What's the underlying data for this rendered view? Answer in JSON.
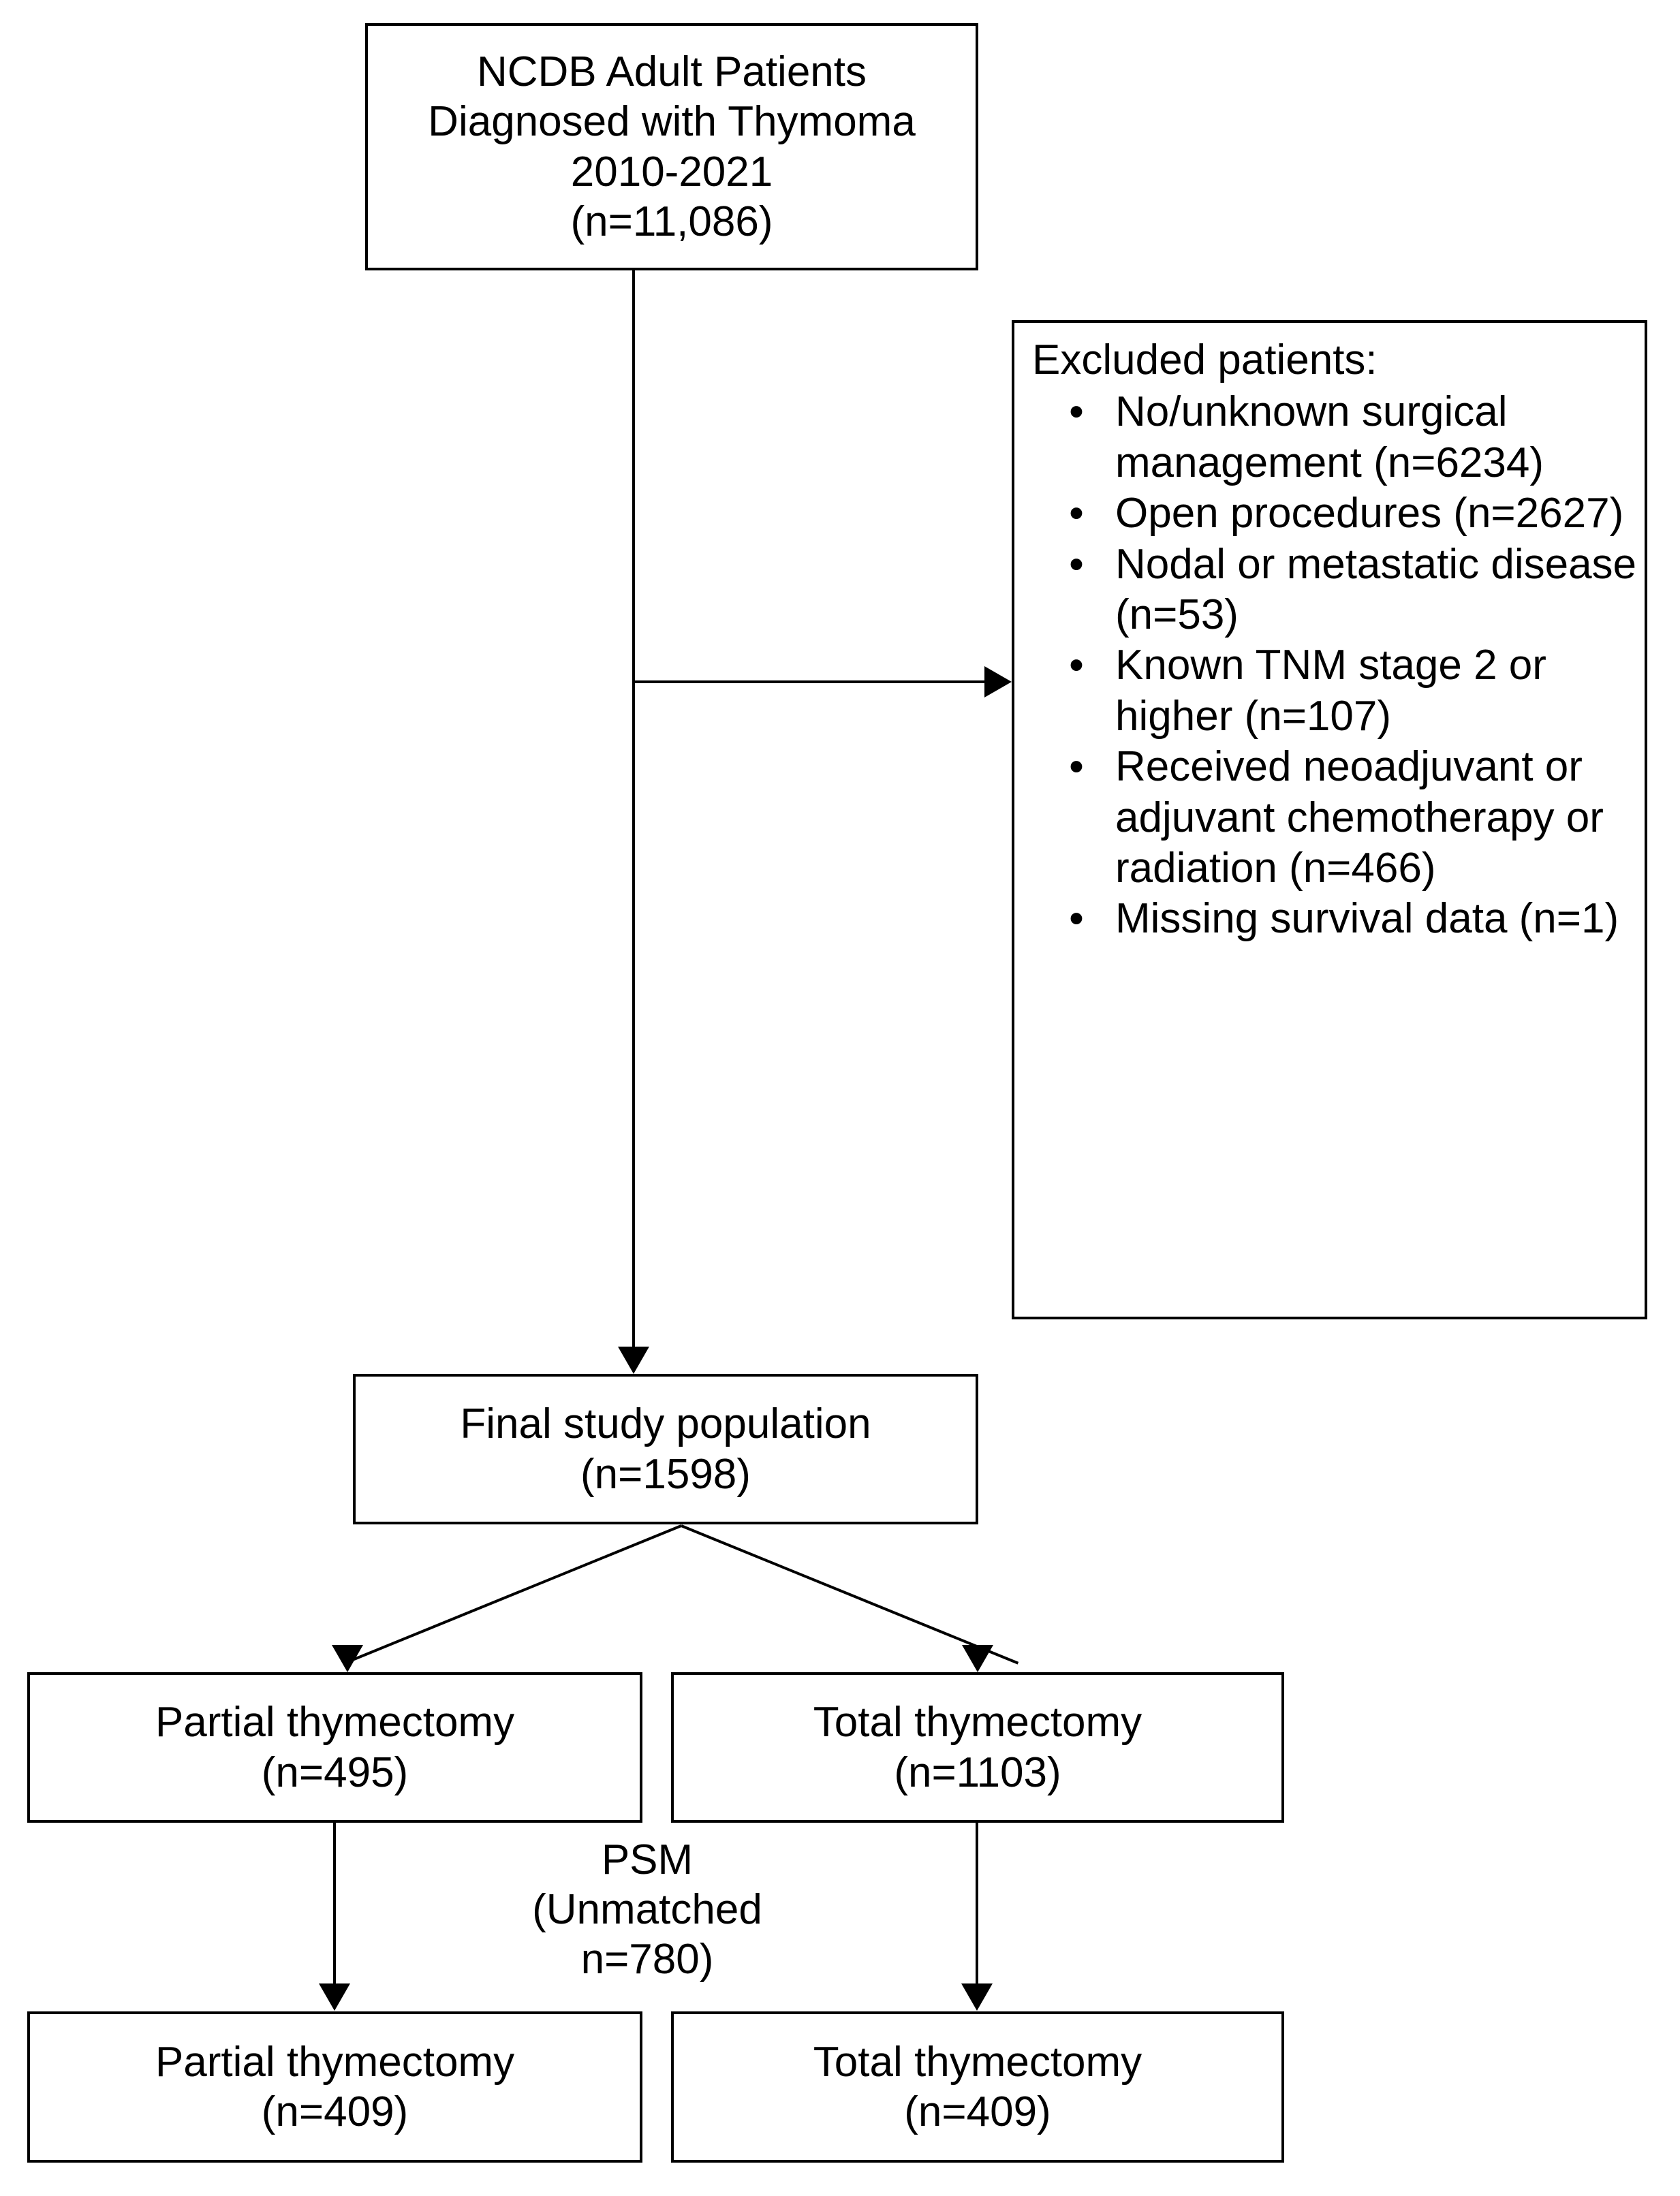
{
  "figure": {
    "type": "flowchart",
    "title": "Patient selection CONSORT-style flow diagram"
  },
  "nodes": {
    "source": {
      "lines": [
        "NCDB Adult Patients",
        "Diagnosed with Thymoma",
        "2010-2021",
        "(n=11,086)"
      ],
      "count": 11086
    },
    "excluded": {
      "title": "Excluded patients:",
      "bullet_glyph": "•",
      "items": [
        {
          "text": "No/unknown surgical management (n=6234)",
          "count": 6234
        },
        {
          "text": "Open procedures (n=2627)",
          "count": 2627
        },
        {
          "text": "Nodal or metastatic disease (n=53)",
          "count": 53
        },
        {
          "text": "Known TNM stage 2 or higher (n=107)",
          "count": 107
        },
        {
          "text": "Received neoadjuvant or adjuvant chemotherapy or radiation (n=466)",
          "count": 466
        },
        {
          "text": "Missing survival data (n=1)",
          "count": 1
        }
      ]
    },
    "final": {
      "lines": [
        "Final study population",
        "(n=1598)"
      ],
      "count": 1598
    },
    "partial_pre": {
      "lines": [
        "Partial thymectomy",
        "(n=495)"
      ],
      "count": 495
    },
    "total_pre": {
      "lines": [
        "Total thymectomy",
        "(n=1103)"
      ],
      "count": 1103
    },
    "psm": {
      "text": "PSM\n(Unmatched\nn=780)",
      "unmatched": 780
    },
    "partial_post": {
      "lines": [
        "Partial thymectomy",
        "(n=409)"
      ],
      "count": 409
    },
    "total_post": {
      "lines": [
        "Total thymectomy",
        "(n=409)"
      ],
      "count": 409
    }
  },
  "style": {
    "stroke": "#000000",
    "fill": "#ffffff",
    "text": "#000000"
  }
}
